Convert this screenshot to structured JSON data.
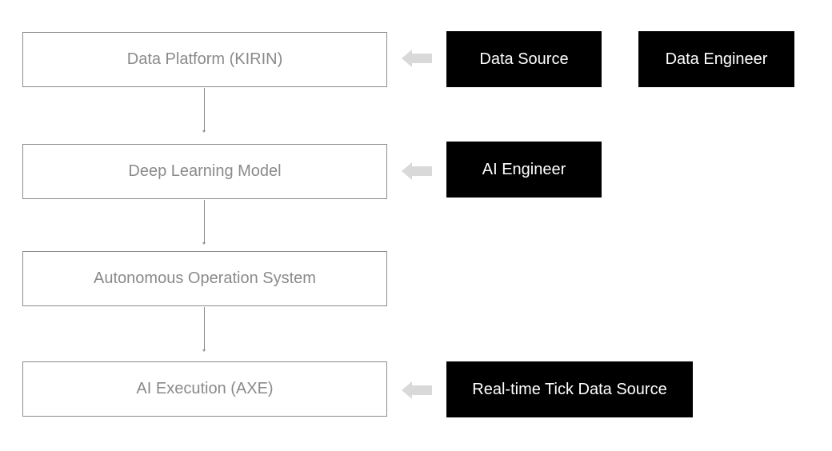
{
  "stages": [
    {
      "label": "Data Platform (KIRIN)"
    },
    {
      "label": "Deep Learning Model"
    },
    {
      "label": "Autonomous Operation System"
    },
    {
      "label": "AI Execution (AXE)"
    }
  ],
  "inputs": {
    "data_source": "Data Source",
    "data_engineer": "Data Engineer",
    "ai_engineer": "AI Engineer",
    "realtime_tick": "Real-time Tick Data Source"
  },
  "colors": {
    "stage_border": "#8c8c8c",
    "stage_text": "#8a8a8a",
    "input_bg": "#000000",
    "input_text": "#ffffff",
    "arrow_fill": "#d9d9d9"
  }
}
